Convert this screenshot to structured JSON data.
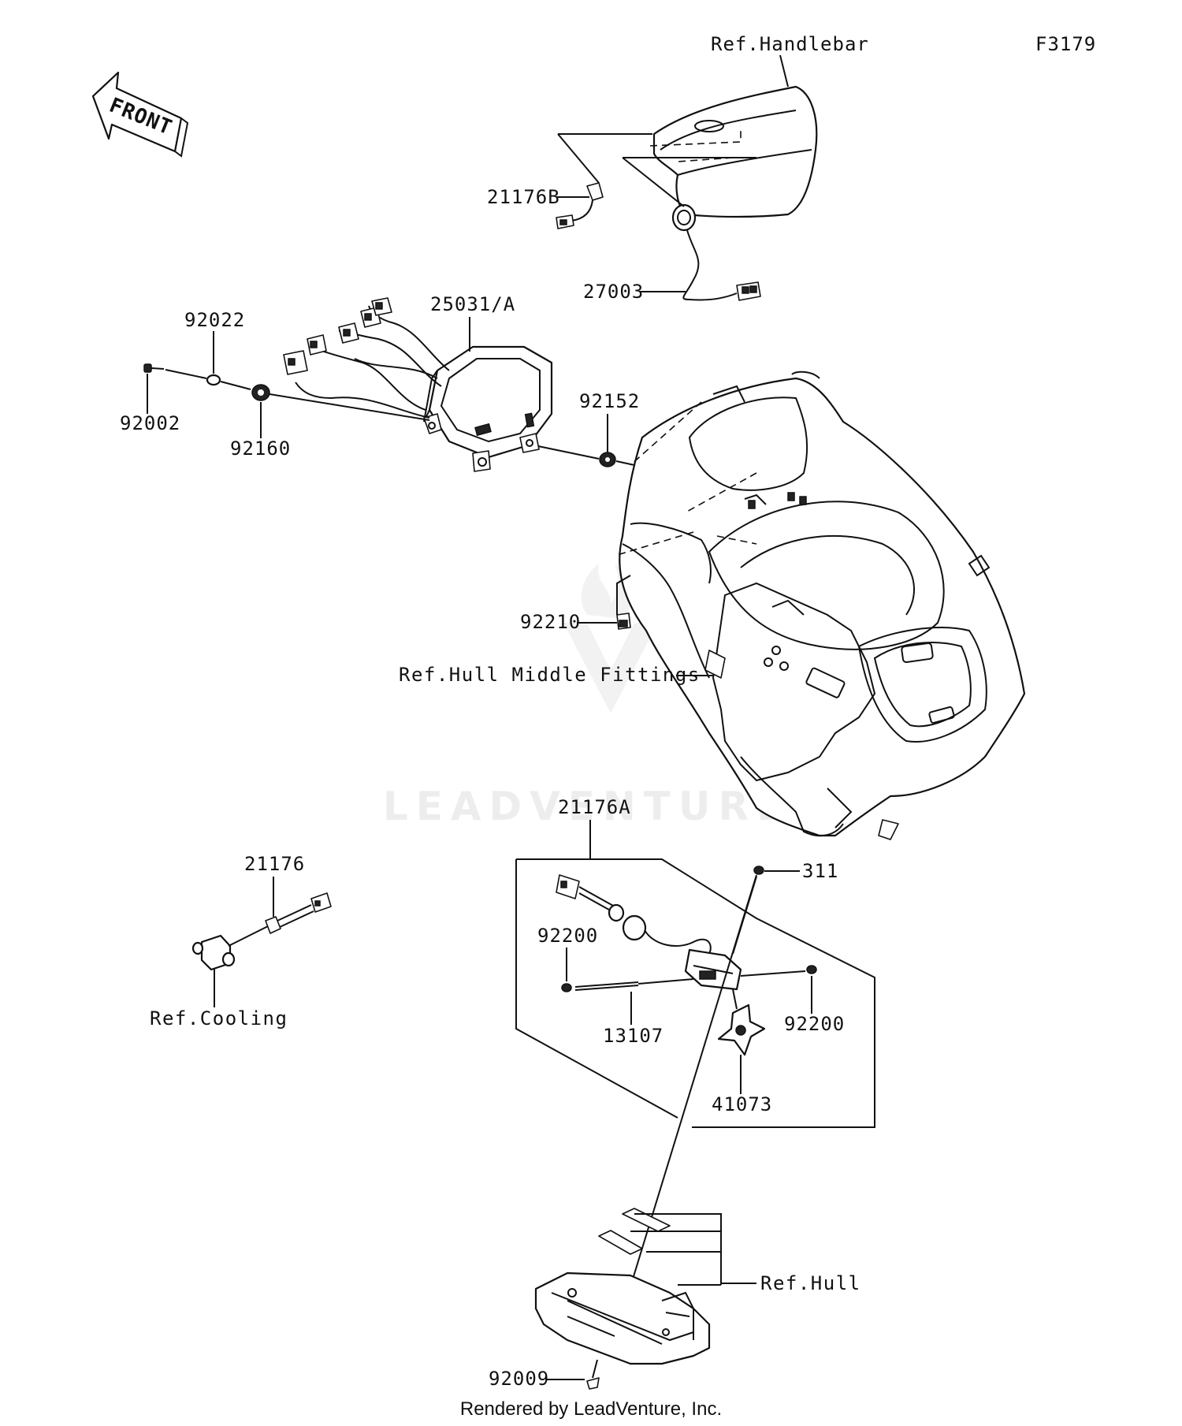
{
  "figure": {
    "code": "F3179",
    "front_label": "FRONT",
    "watermark": "LEADVENTURE",
    "footer": "Rendered by LeadVenture, Inc."
  },
  "labels": {
    "ref_handlebar": "Ref.Handlebar",
    "p21176B": "21176B",
    "p27003": "27003",
    "p25031A": "25031/A",
    "p92022": "92022",
    "p92002": "92002",
    "p92160": "92160",
    "p92152": "92152",
    "p92210": "92210",
    "ref_hull_middle": "Ref.Hull Middle Fittings",
    "p21176A": "21176A",
    "p311": "311",
    "p92200_left": "92200",
    "p92200_right": "92200",
    "p13107": "13107",
    "p41073": "41073",
    "p21176": "21176",
    "ref_cooling": "Ref.Cooling",
    "ref_hull": "Ref.Hull",
    "p92009": "92009"
  }
}
